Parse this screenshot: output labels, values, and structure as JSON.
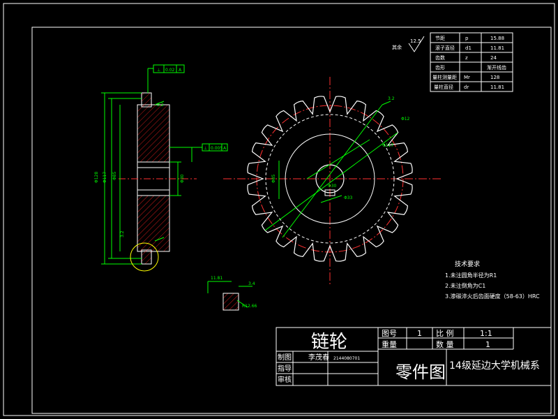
{
  "drawing": {
    "roughness_label": "其余",
    "roughness_value": "12.5",
    "params_table": [
      {
        "name": "节距",
        "symbol": "p",
        "value": "15.88"
      },
      {
        "name": "滚子直径",
        "symbol": "d1",
        "value": "11.81"
      },
      {
        "name": "齿数",
        "symbol": "z",
        "value": "24"
      },
      {
        "name": "齿形",
        "symbol": "",
        "value": "渐开线齿"
      },
      {
        "name": "量柱测量距",
        "symbol": "Mr",
        "value": "128"
      },
      {
        "name": "量柱直径",
        "symbol": "dr",
        "value": "11.81"
      }
    ],
    "tolerance_top": [
      "⊥",
      "0.02",
      "A"
    ],
    "tolerance_mid": [
      "⊥",
      "0.005",
      "A"
    ],
    "tech_requirements": {
      "title": "技术要求",
      "items": [
        "1.未注圆角半径为R1",
        "2.未注倒角为C1",
        "3.渗碳淬火后齿面硬度（58-63）HRC"
      ]
    },
    "detail_dims": [
      "11.81",
      "3.4",
      "R12.66"
    ],
    "title_block": {
      "part_name": "链轮",
      "drawing_no_label": "图号",
      "drawing_no_value": "1",
      "scale_label": "比 例",
      "scale_value": "1:1",
      "weight_label": "重量",
      "qty_label": "数 量",
      "qty_value": "1",
      "drawn_label": "制图",
      "drawn_name": "李茂春",
      "student_id": "2144080701",
      "check_label": "指导",
      "review_label": "审核",
      "drawing_type": "零件图",
      "organization": "14级延边大学机械系"
    }
  }
}
